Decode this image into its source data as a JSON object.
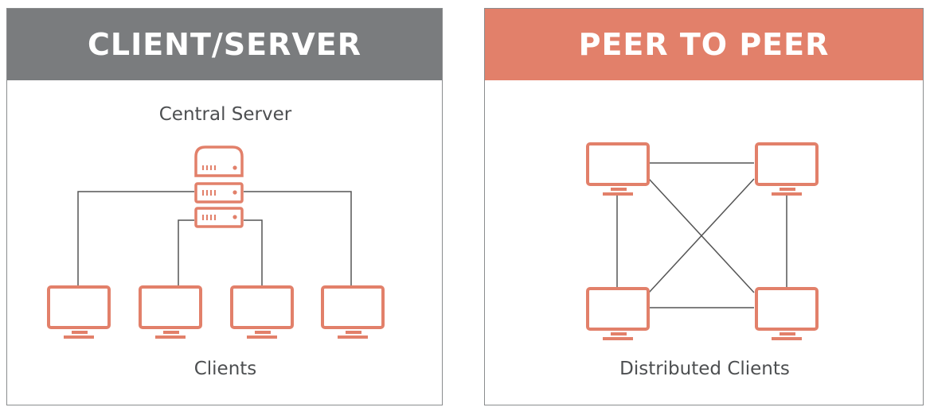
{
  "client_server": {
    "title": "CLIENT/SERVER",
    "server_label": "Central Server",
    "clients_label": "Clients"
  },
  "peer_to_peer": {
    "title": "PEER TO PEER",
    "clients_label": "Distributed Clients"
  },
  "colors": {
    "gray_header": "#7a7c7e",
    "accent": "#e2806a",
    "line": "#555555",
    "border": "#8a8c8e",
    "text": "#4d4f51"
  }
}
